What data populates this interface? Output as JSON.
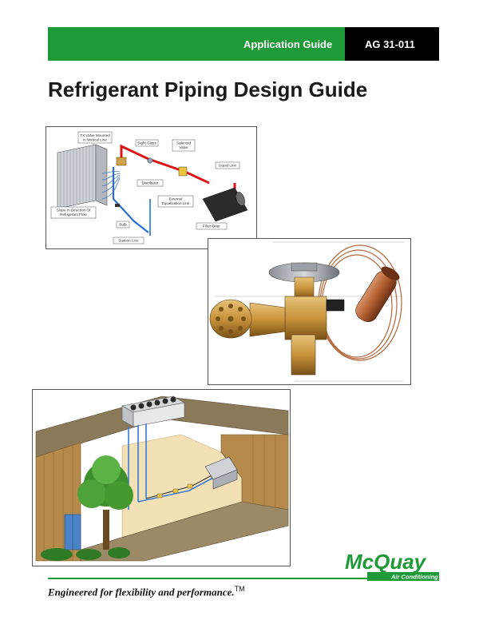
{
  "header": {
    "label": "Application Guide",
    "code": "AG 31-011",
    "bar_color": "#1e9a38"
  },
  "title": "Refrigerant Piping Design Guide",
  "diagram": {
    "labels": {
      "txv": [
        "TX Valve Mounted",
        "in Vertical Line"
      ],
      "sight_glass": "Sight Glass",
      "solenoid": [
        "Solenoid",
        "Valve"
      ],
      "liquid_line": "Liquid Line",
      "distributor": "Distributor",
      "equalization": [
        "External",
        "Equalization Line"
      ],
      "slope": [
        "Slope In Direction Of",
        "Refrigerant Flow"
      ],
      "bulb": "Bulb",
      "filter_drier": "Filter-Drier",
      "suction_line": "Suction Line"
    },
    "colors": {
      "liquid_pipe": "#e01515",
      "suction_pipe": "#2a6fd6"
    }
  },
  "footer": {
    "tagline": "Engineered for flexibility and performance.",
    "trademark": "TM",
    "logo_word": "McQuay",
    "logo_sub": "Air Conditioning",
    "logo_color": "#1e9a38"
  }
}
